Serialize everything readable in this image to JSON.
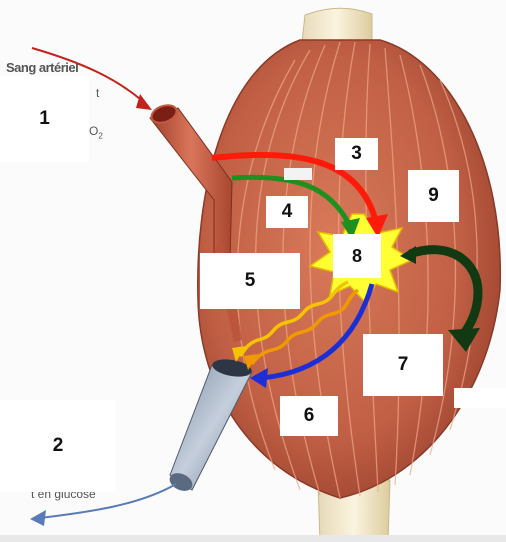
{
  "labels": {
    "l1": "1",
    "l2": "2",
    "l3": "3",
    "l4": "4",
    "l5": "5",
    "l6": "6",
    "l7": "7",
    "l8": "8",
    "l9": "9"
  },
  "fragments": {
    "blood_top": "Sang artériel",
    "frag_t": "t",
    "frag_o2": "O",
    "frag_o2_sub": "2",
    "frag_glucose": "t en glucose"
  },
  "colors": {
    "red_arrow": "#ff1a0a",
    "green_arrow": "#1f8f1f",
    "yellow_wave": "#f5c400",
    "orange_wave": "#f09a00",
    "blue_arrow": "#1c2fd6",
    "dark_green_arrow": "#123a12",
    "star": "#ffff33",
    "muscle": "#c8664a"
  }
}
